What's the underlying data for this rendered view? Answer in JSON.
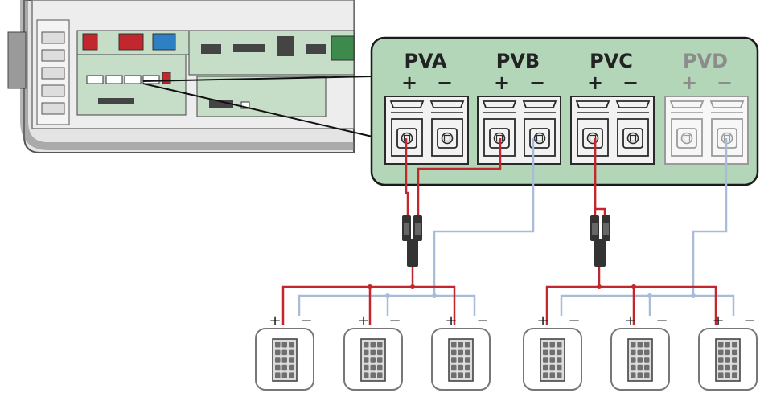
{
  "inputs": [
    {
      "label": "PVA",
      "plus": "+",
      "minus": "−",
      "active": true
    },
    {
      "label": "PVB",
      "plus": "+",
      "minus": "−",
      "active": true
    },
    {
      "label": "PVC",
      "plus": "+",
      "minus": "−",
      "active": true
    },
    {
      "label": "PVD",
      "plus": "+",
      "minus": "−",
      "active": false
    }
  ],
  "panels": [
    {
      "plus": "+",
      "minus": "−"
    },
    {
      "plus": "+",
      "minus": "−"
    },
    {
      "plus": "+",
      "minus": "−"
    },
    {
      "plus": "+",
      "minus": "−"
    },
    {
      "plus": "+",
      "minus": "−"
    },
    {
      "plus": "+",
      "minus": "−"
    }
  ],
  "colors": {
    "positive_wire": "#c1272d",
    "negative_wire": "#a8bcd8",
    "zoom_panel": "#b3d6b8",
    "board_green": "#c6dec8",
    "inactive_text": "#8c8c8c",
    "active_text": "#222222"
  }
}
